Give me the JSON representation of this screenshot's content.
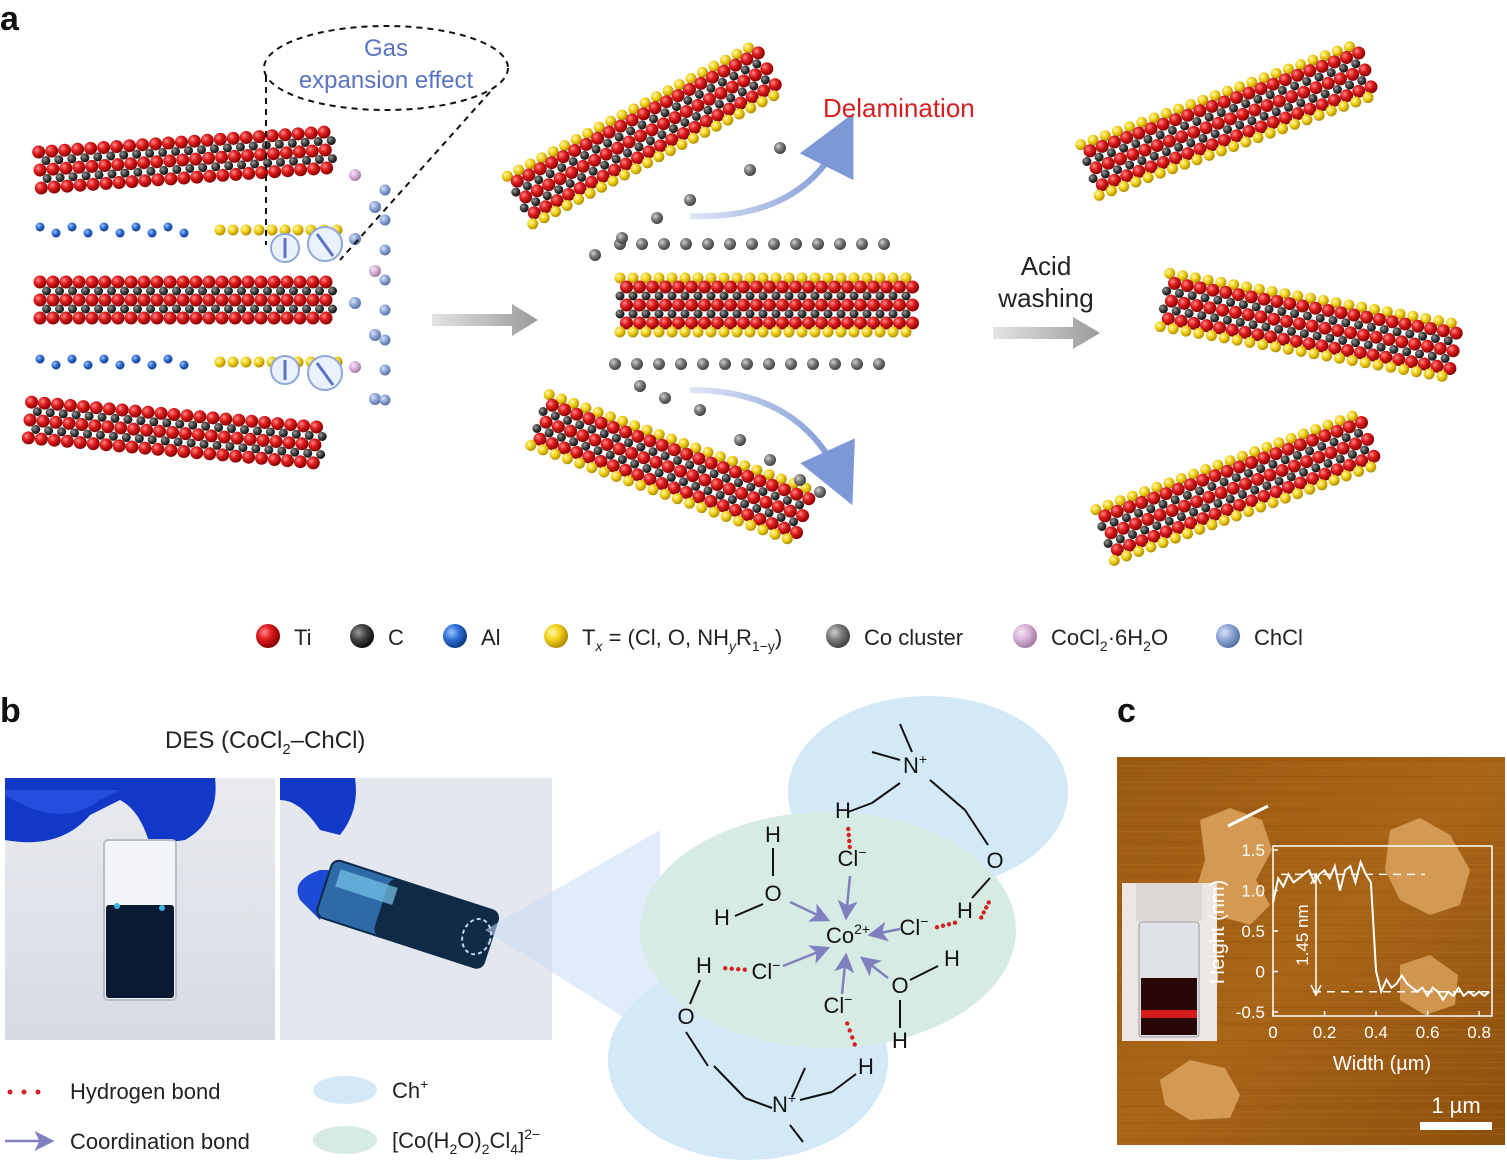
{
  "panels": {
    "a": "a",
    "b": "b",
    "c": "c"
  },
  "panel_a": {
    "callout_line1": "Gas",
    "callout_line2": "expansion effect",
    "delamination": "Delamination",
    "acid_line1": "Acid",
    "acid_line2": "washing"
  },
  "legend_a": [
    {
      "color": "#d41e1e",
      "label": "Ti"
    },
    {
      "color": "#333333",
      "label": "C"
    },
    {
      "color": "#2f6fd6",
      "label": "Al"
    },
    {
      "color": "#f3d21a",
      "label_main": "T",
      "label_sub": "x",
      "label_rest": " = (Cl, O, NH",
      "label_sub2": "y",
      "label_mid": "R",
      "label_sub3": "1−y",
      "label_end": ")"
    },
    {
      "color": "#7a7a7a",
      "label": "Co cluster"
    },
    {
      "color": "#d9b3d9",
      "label_main": "CoCl",
      "label_sub": "2",
      "label_rest": "·6H",
      "label_sub2": "2",
      "label_end": "O"
    },
    {
      "color": "#8fa8d8",
      "label": "ChCl"
    }
  ],
  "panel_b": {
    "title_main": "DES (CoCl",
    "title_sub": "2",
    "title_end": "–ChCl)",
    "legend": {
      "hbond": "Hydrogen bond",
      "coord": "Coordination bond",
      "ch": "Ch",
      "ch_sup": "+",
      "complex_main": "[Co(H",
      "complex_sub1": "2",
      "complex_mid": "O)",
      "complex_sub2": "2",
      "complex_mid2": "Cl",
      "complex_sub3": "4",
      "complex_end": "]",
      "complex_sup": "2−"
    },
    "structure": {
      "center": "Co",
      "center_sup": "2+",
      "n_plus": "N",
      "plus": "+",
      "cl": "Cl",
      "minus": "−",
      "o": "O",
      "h": "H"
    },
    "colors": {
      "ch_blob": "#d3e9f8",
      "complex_blob": "#d6ebe3",
      "arrow": "#8080c0",
      "hbond": "#d42020"
    }
  },
  "panel_c": {
    "scale_bar": "1 µm",
    "inset_measure": "1.45 nm",
    "chart_data": {
      "type": "line",
      "xlabel": "Width (µm)",
      "ylabel": "Height (nm)",
      "x_ticks": [
        "0",
        "0.2",
        "0.4",
        "0.6",
        "0.8"
      ],
      "y_ticks": [
        "1.5",
        "1.0",
        "0.5",
        "0",
        "-0.5"
      ],
      "xlim": [
        0,
        0.85
      ],
      "ylim": [
        -0.55,
        1.55
      ],
      "series": [
        {
          "x": [
            0,
            0.02,
            0.04,
            0.06,
            0.08,
            0.1,
            0.12,
            0.14,
            0.16,
            0.18,
            0.2,
            0.22,
            0.24,
            0.26,
            0.28,
            0.3,
            0.32,
            0.34,
            0.36,
            0.38,
            0.4,
            0.42,
            0.44,
            0.46,
            0.48,
            0.5,
            0.52,
            0.54,
            0.56,
            0.58,
            0.6,
            0.62,
            0.64,
            0.66,
            0.68,
            0.7,
            0.72,
            0.74,
            0.76,
            0.78,
            0.8,
            0.82,
            0.84
          ],
          "y": [
            0.85,
            1.15,
            1.05,
            1.2,
            1.1,
            1.15,
            1.2,
            1.25,
            1.1,
            1.2,
            1.25,
            1.15,
            1.3,
            1.0,
            1.25,
            1.3,
            1.1,
            1.35,
            1.2,
            1.1,
            0.0,
            -0.25,
            -0.1,
            -0.2,
            -0.15,
            -0.05,
            -0.15,
            -0.2,
            -0.25,
            -0.2,
            -0.3,
            -0.2,
            -0.25,
            -0.35,
            -0.25,
            -0.3,
            -0.2,
            -0.3,
            -0.25,
            -0.3,
            -0.25,
            -0.3,
            -0.25
          ]
        }
      ],
      "ref_levels": [
        1.2,
        -0.25
      ]
    }
  }
}
